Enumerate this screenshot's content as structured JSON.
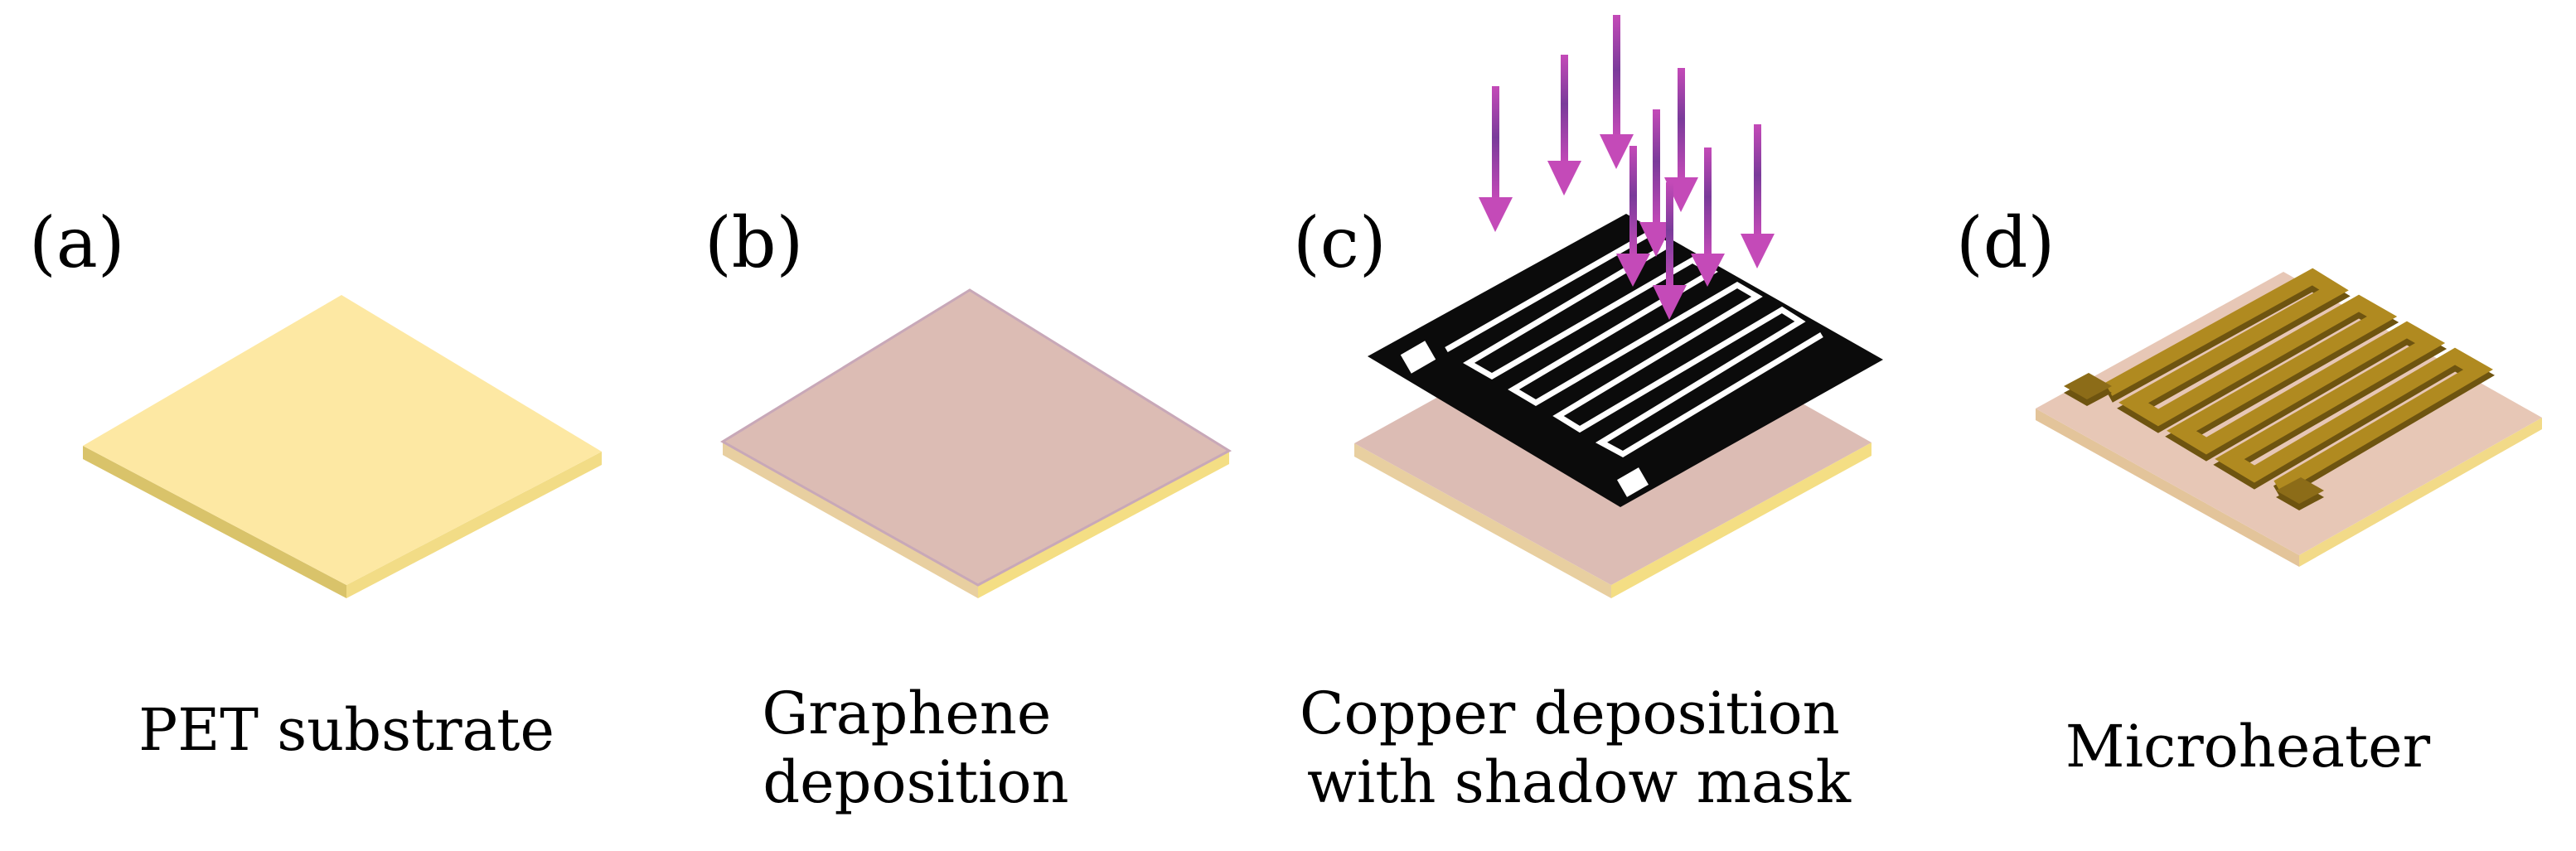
{
  "panels": [
    {
      "label": "(a)",
      "caption_lines": [
        "PET substrate"
      ]
    },
    {
      "label": "(b)",
      "caption_lines": [
        "Graphene",
        "deposition"
      ]
    },
    {
      "label": "(c)",
      "caption_lines": [
        "Copper deposition",
        "with shadow mask"
      ]
    },
    {
      "label": "(d)",
      "caption_lines": [
        "Microheater"
      ]
    }
  ],
  "colors": {
    "pet_top": "#fde8a3",
    "pet_side_left": "#d9c36a",
    "pet_side_right": "#f2dc86",
    "graphene_top": "#dcbcb4",
    "graphene_layer_edge": "#c8a8b8",
    "mask": "#0b0b0b",
    "mask_opening": "#ffffff",
    "copper_top": "#b08a20",
    "copper_side": "#6e5410",
    "arrow": "#c44ab8",
    "arrow_dark": "#7a3b9a"
  },
  "icons": [
    "deposition-arrow-icon"
  ]
}
